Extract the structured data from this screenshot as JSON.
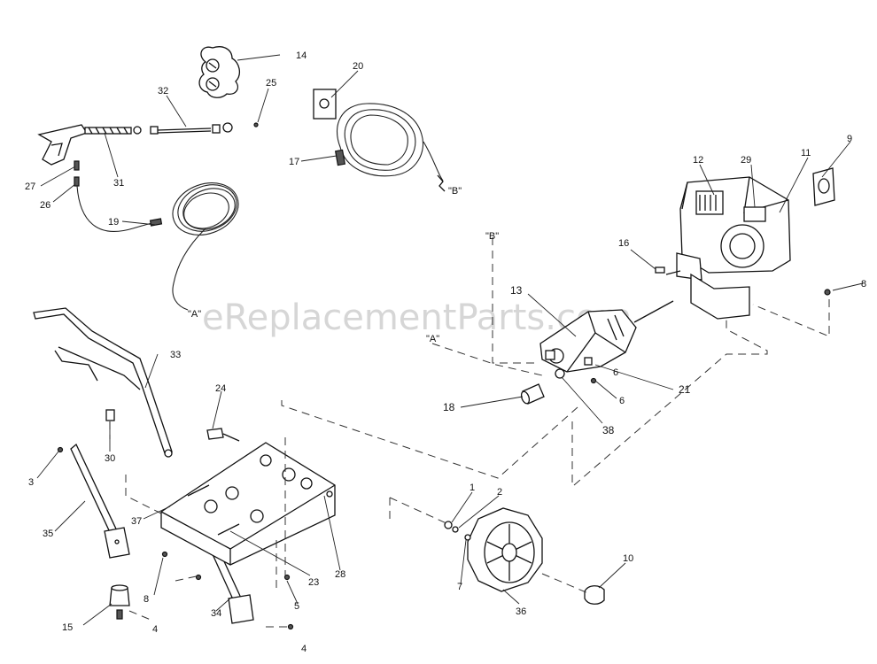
{
  "watermark": "eReplacementParts.com",
  "callouts": {
    "c1": "1",
    "c2": "2",
    "c3": "3",
    "c4a": "4",
    "c4b": "4",
    "c5": "5",
    "c6a": "6",
    "c6b": "6",
    "c7": "7",
    "c8a": "8",
    "c8b": "8",
    "c9": "9",
    "c10": "10",
    "c11": "11",
    "c12": "12",
    "c13": "13",
    "c14": "14",
    "c15": "15",
    "c16": "16",
    "c17": "17",
    "c18": "18",
    "c19": "19",
    "c20": "20",
    "c21": "21",
    "c23": "23",
    "c24": "24",
    "c25": "25",
    "c26": "26",
    "c27": "27",
    "c28": "28",
    "c29": "29",
    "c30": "30",
    "c31": "31",
    "c32": "32",
    "c33": "33",
    "c34": "34",
    "c35": "35",
    "c36": "36",
    "c37": "37",
    "c38": "38"
  },
  "connection_marks": {
    "a_hose_end": "\"A\"",
    "b_hose_end": "\"B\"",
    "a_pump": "\"A\"",
    "b_pump": "\"B\""
  }
}
